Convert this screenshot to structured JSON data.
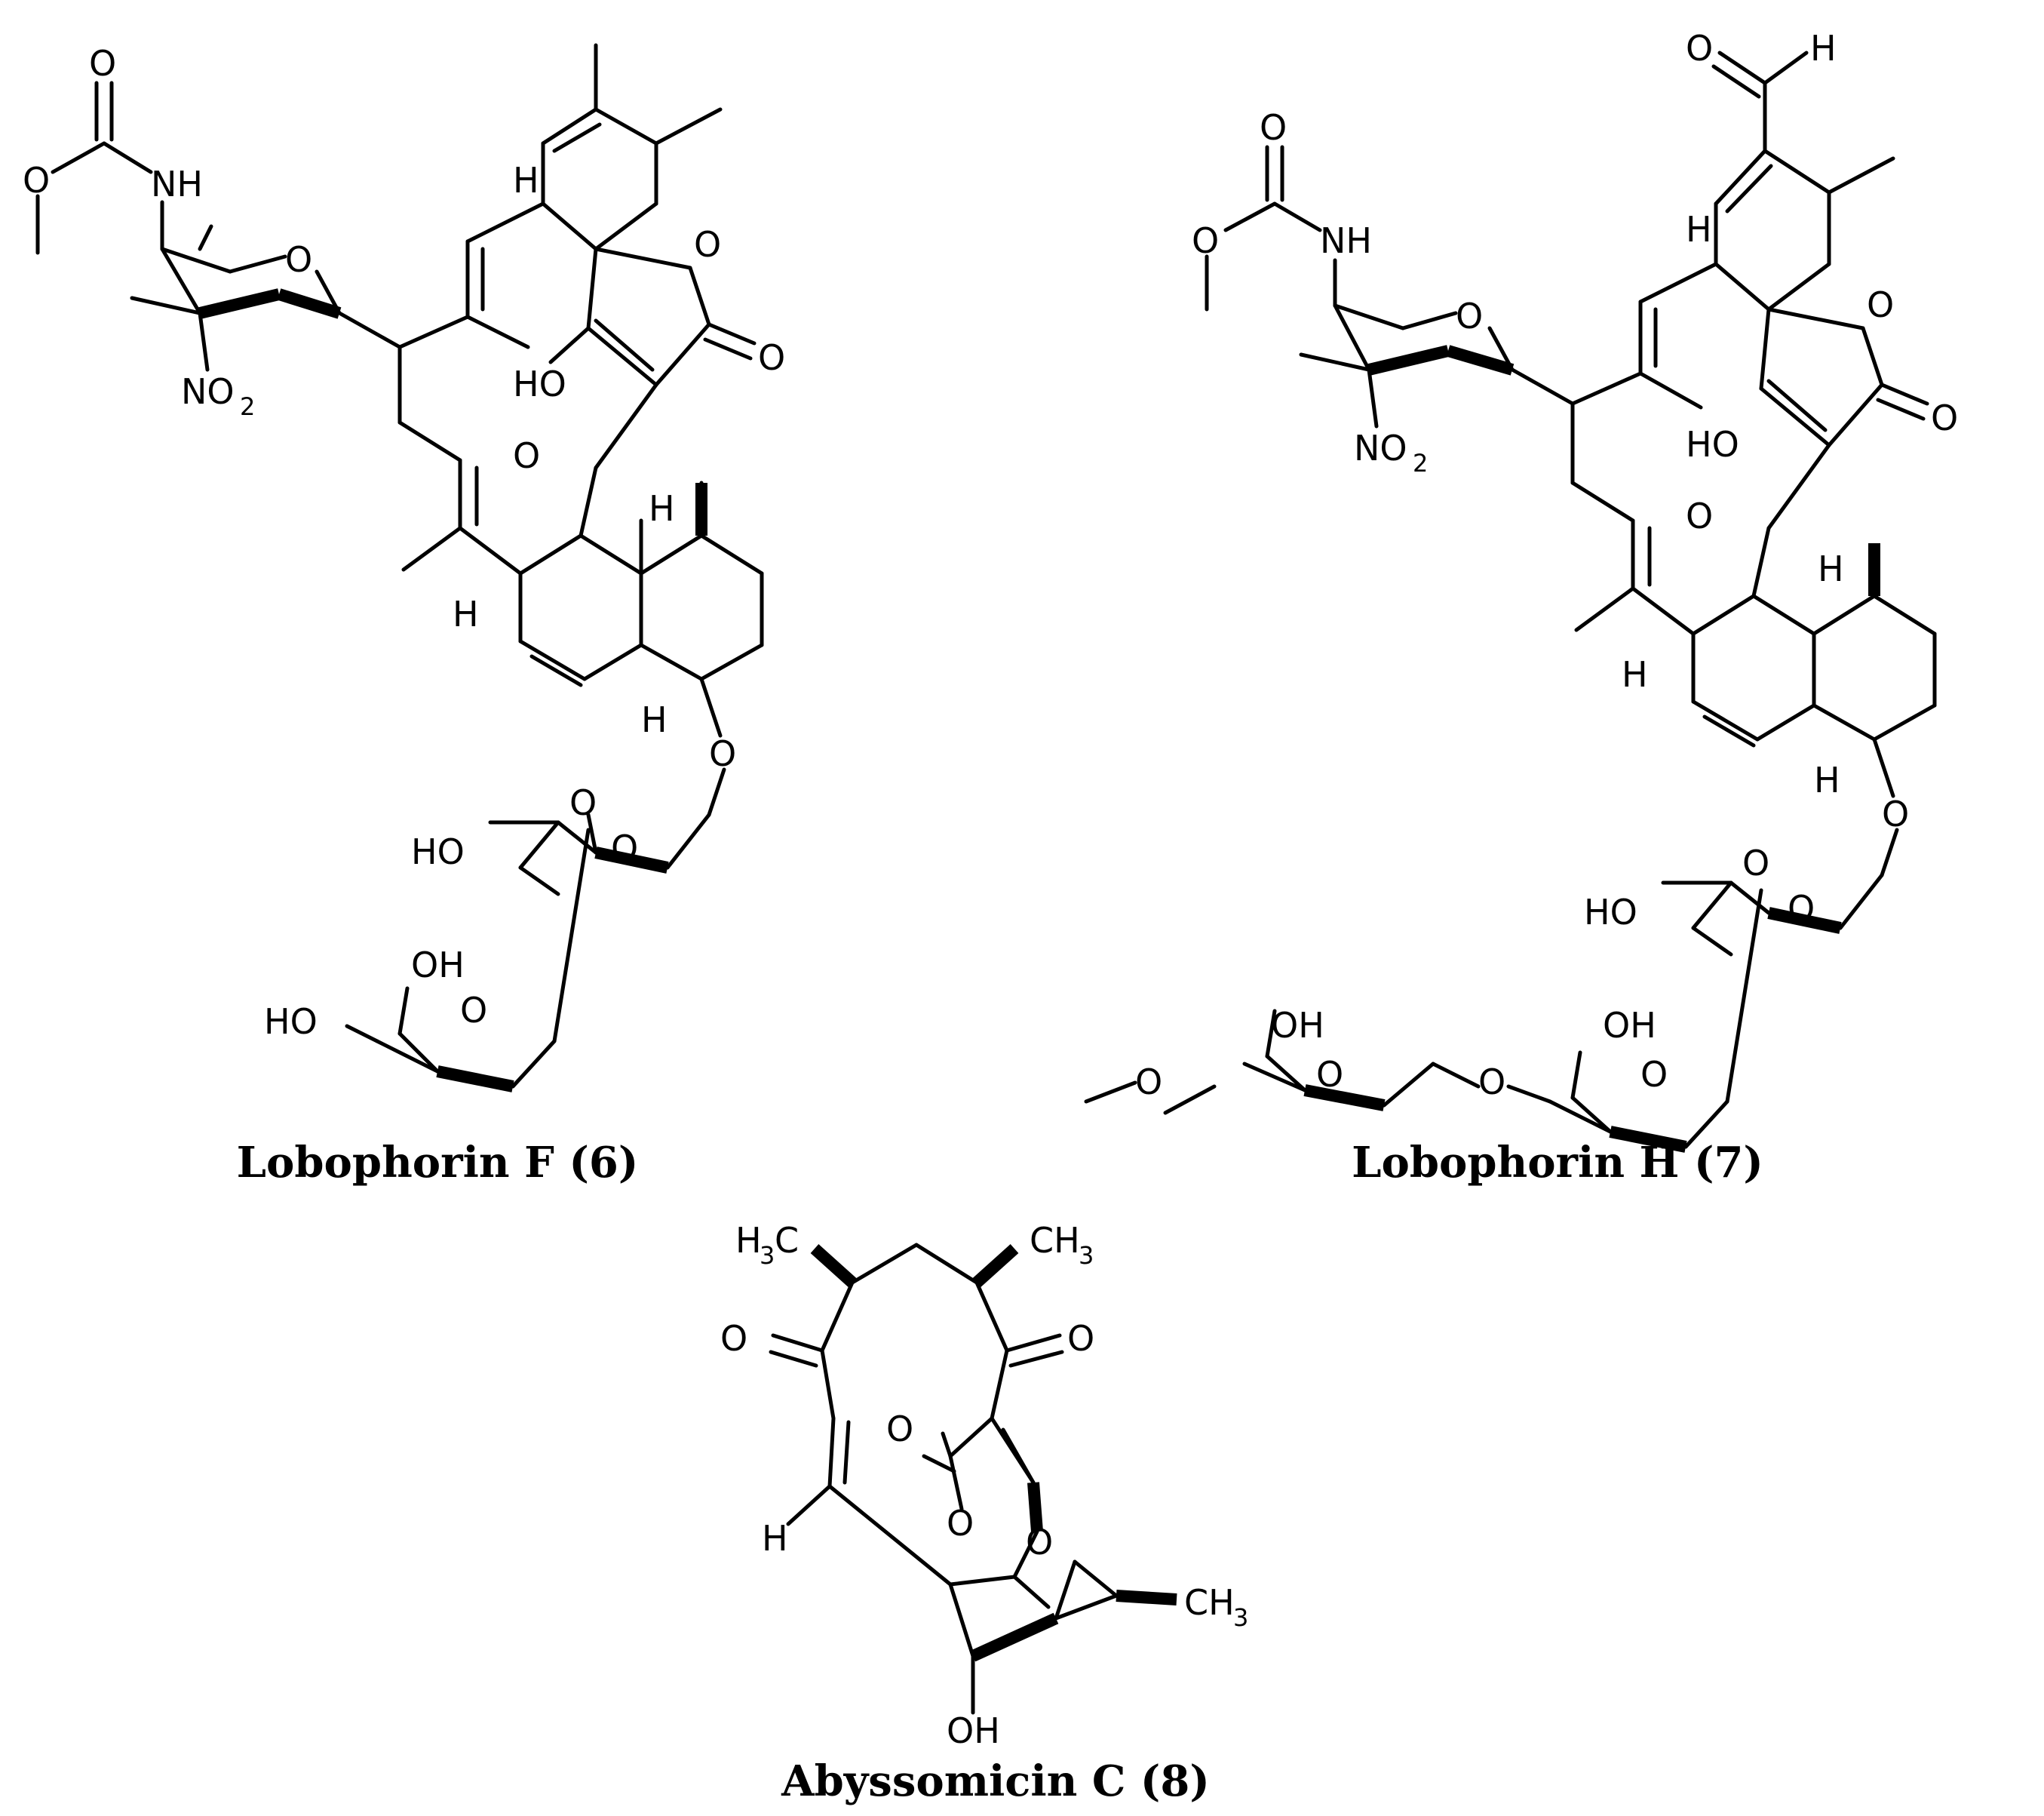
{
  "compounds": [
    {
      "name": "Lobophorin F (6)"
    },
    {
      "name": "Lobophorin H (7)"
    },
    {
      "name": "Abyssomicin C (8)"
    }
  ],
  "atoms": {
    "O": "O",
    "H": "H",
    "NH": "NH",
    "OH": "OH",
    "HO": "HO",
    "NO": "NO",
    "sub2": "2",
    "C": "C",
    "H3C_H": "H",
    "sub3": "3",
    "CH3_C": "CH"
  },
  "colors": {
    "ink": "#000000",
    "background": "#ffffff"
  }
}
